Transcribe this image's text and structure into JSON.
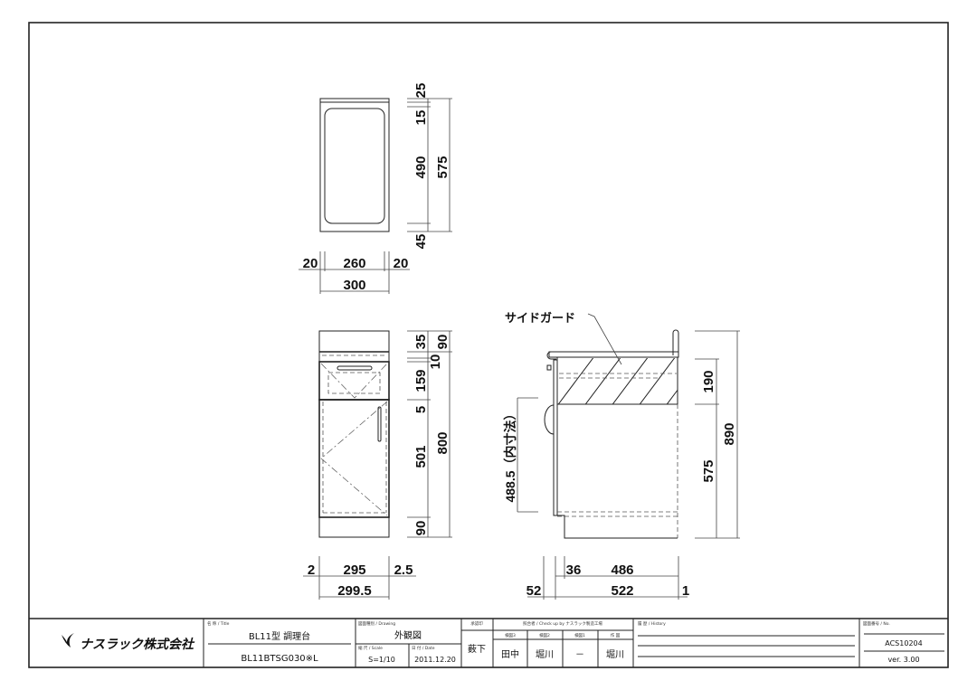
{
  "top_view": {
    "dims": {
      "d25": "25",
      "d15": "15",
      "d490": "490",
      "d575": "575",
      "d45": "45",
      "w20a": "20",
      "w260": "260",
      "w20b": "20",
      "w300": "300"
    }
  },
  "front_view": {
    "dims": {
      "d35": "35",
      "d90a": "90",
      "d10": "10",
      "d159": "159",
      "d5": "5",
      "d501": "501",
      "d800": "800",
      "d90b": "90",
      "w2": "2",
      "w295": "295",
      "w25": "2.5",
      "w2995": "299.5"
    }
  },
  "side_view": {
    "label": "サイドガード",
    "dims": {
      "d190": "190",
      "d575": "575",
      "d890": "890",
      "inner": "488.5（内寸法）",
      "w36": "36",
      "w486": "486",
      "w52": "52",
      "w522": "522",
      "w1": "1"
    }
  },
  "title_block": {
    "company": "ナスラック株式会社",
    "title_label": "名 称 / Title",
    "title": "BL11型 調理台",
    "model": "BL11BTSG030※L",
    "drawing_label": "図面種別 / Drawing",
    "drawing": "外観図",
    "scale_label": "縮 尺 / Scale",
    "scale": "S=1/10",
    "date_label": "日 付 / Date",
    "date": "2011.12.20",
    "approval_label": "承認印",
    "approval": "薮下",
    "check_label": "照合者 / Check up by ナスラック製造工場",
    "checks": [
      {
        "role": "検図3",
        "name": "田中"
      },
      {
        "role": "検図2",
        "name": "堀川"
      },
      {
        "role": "検図1",
        "name": "－"
      },
      {
        "role": "作 図",
        "name": "堀川"
      }
    ],
    "history_label": "履 歴 / History",
    "no_label": "図面番号 / No.",
    "no": "ACS10204",
    "version": "ver. 3.00"
  }
}
